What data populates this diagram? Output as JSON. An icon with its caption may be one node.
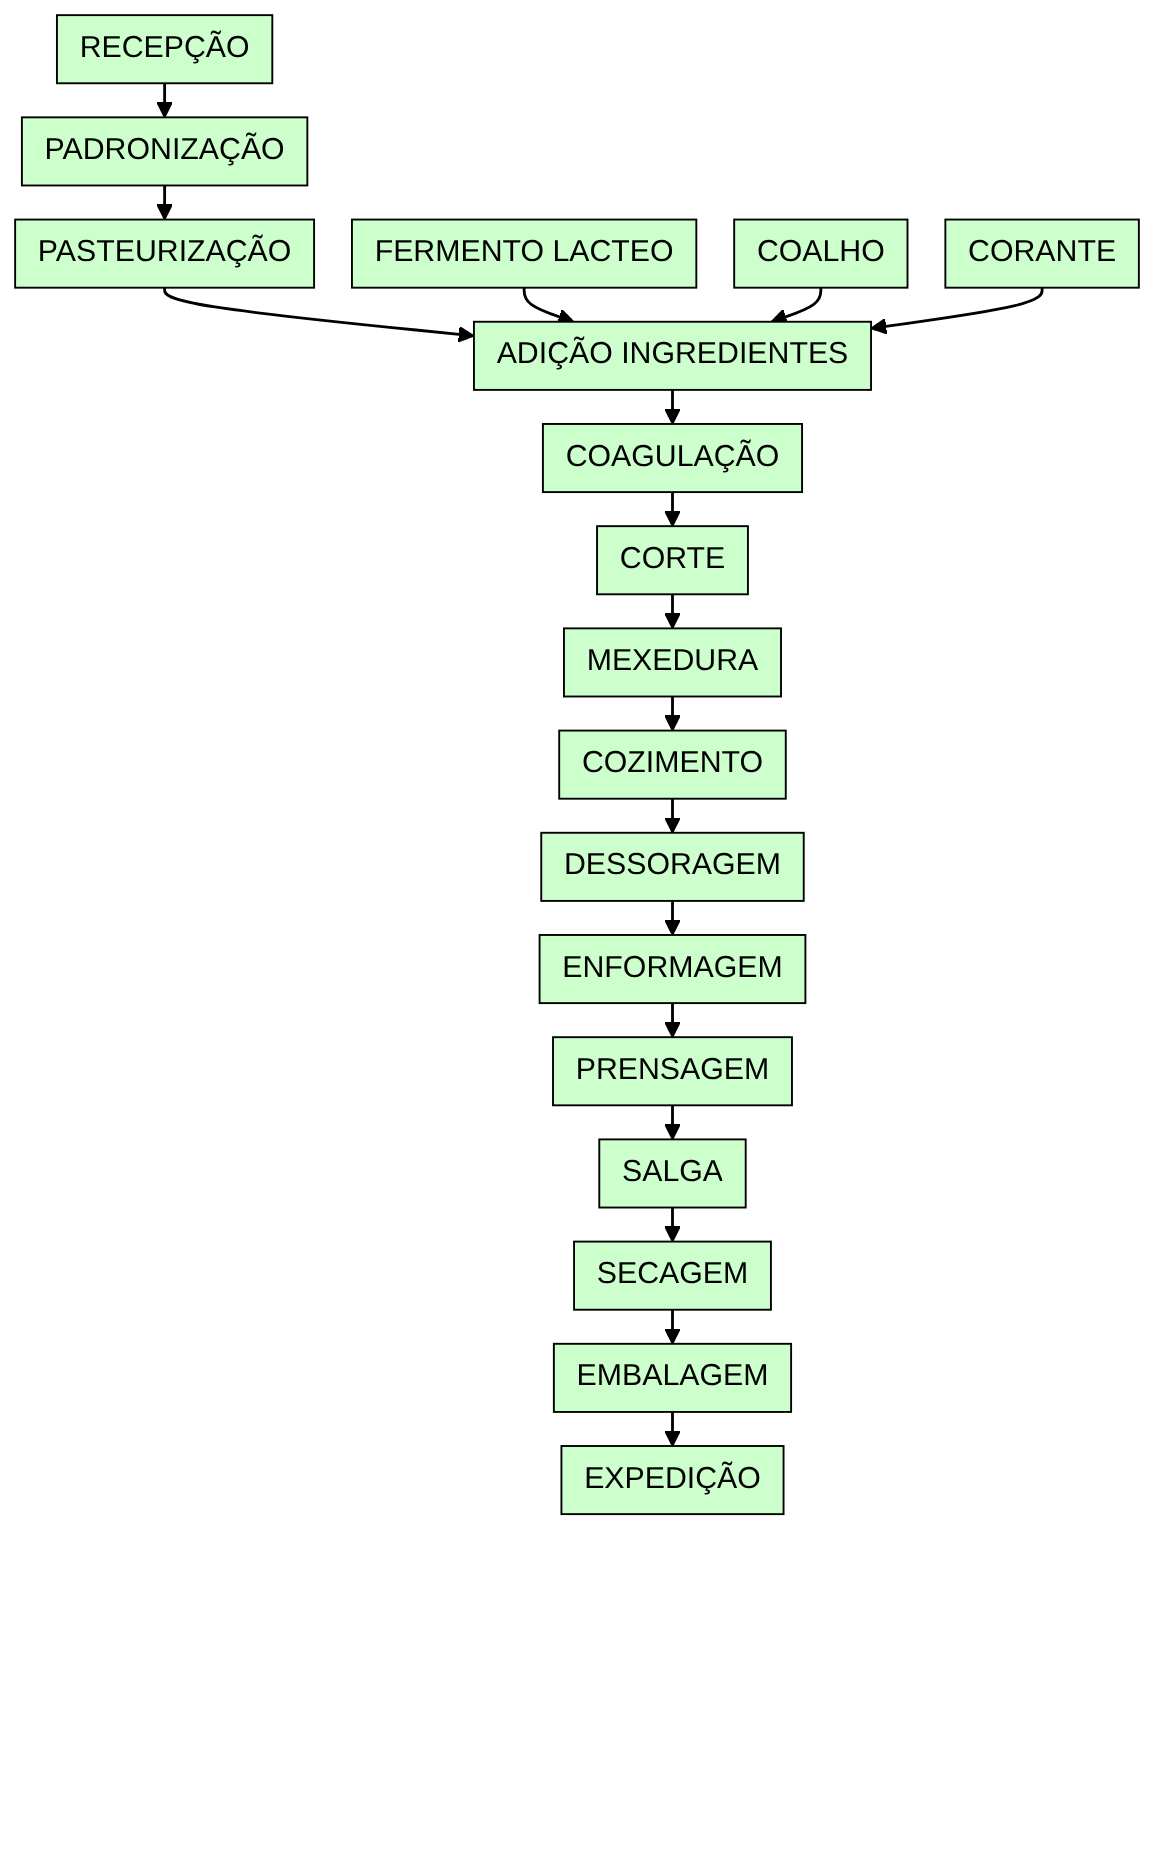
{
  "diagram": {
    "nodes": [
      {
        "text": [
          "RECEPÇÃO"
        ]
      },
      {
        "text": [
          "PADRONIZAÇÃO"
        ]
      },
      {
        "text": [
          "PASTEURIZAÇÃO"
        ]
      },
      {
        "text": [
          "ADIÇÃO INGREDIENTES"
        ]
      },
      {
        "text": [
          "COAGULAÇÃO"
        ]
      },
      {
        "text": [
          "CORTE"
        ]
      },
      {
        "text": [
          "MEXEDURA"
        ]
      },
      {
        "text": [
          "COZIMENTO"
        ]
      },
      {
        "text": [
          "DESSORAGEM"
        ]
      },
      {
        "text": [
          "ENFORMAGEM"
        ]
      },
      {
        "text": [
          "PRENSAGEM"
        ]
      },
      {
        "text": [
          "SALGA"
        ]
      },
      {
        "text": [
          "SECAGEM"
        ]
      },
      {
        "text": [
          "EMBALAGEM"
        ]
      },
      {
        "text": [
          "EXPEDIÇÃO"
        ]
      },
      {
        "text": [
          "FERMENTO LACTEO"
        ]
      },
      {
        "text": [
          "COALHO"
        ]
      },
      {
        "text": [
          "CORANTE"
        ]
      }
    ],
    "edges": [
      {
        "from": 0,
        "to": 1,
        "arrow": "to"
      },
      {
        "from": 1,
        "to": 2,
        "arrow": "to"
      },
      {
        "from": 2,
        "to": 3,
        "arrow": "to"
      },
      {
        "from": 3,
        "to": 4,
        "arrow": "to"
      },
      {
        "from": 4,
        "to": 5,
        "arrow": "to"
      },
      {
        "from": 5,
        "to": 6,
        "arrow": "to"
      },
      {
        "from": 6,
        "to": 7,
        "arrow": "to"
      },
      {
        "from": 7,
        "to": 8,
        "arrow": "to"
      },
      {
        "from": 8,
        "to": 9,
        "arrow": "to"
      },
      {
        "from": 9,
        "to": 10,
        "arrow": "to"
      },
      {
        "from": 10,
        "to": 11,
        "arrow": "to"
      },
      {
        "from": 11,
        "to": 12,
        "arrow": "to"
      },
      {
        "from": 12,
        "to": 13,
        "arrow": "to"
      },
      {
        "from": 13,
        "to": 14,
        "arrow": "to"
      },
      {
        "from": 15,
        "to": 3,
        "arrow": "to"
      },
      {
        "from": 16,
        "to": 3,
        "arrow": "to"
      },
      {
        "from": 17,
        "to": 3,
        "arrow": "to"
      }
    ]
  }
}
